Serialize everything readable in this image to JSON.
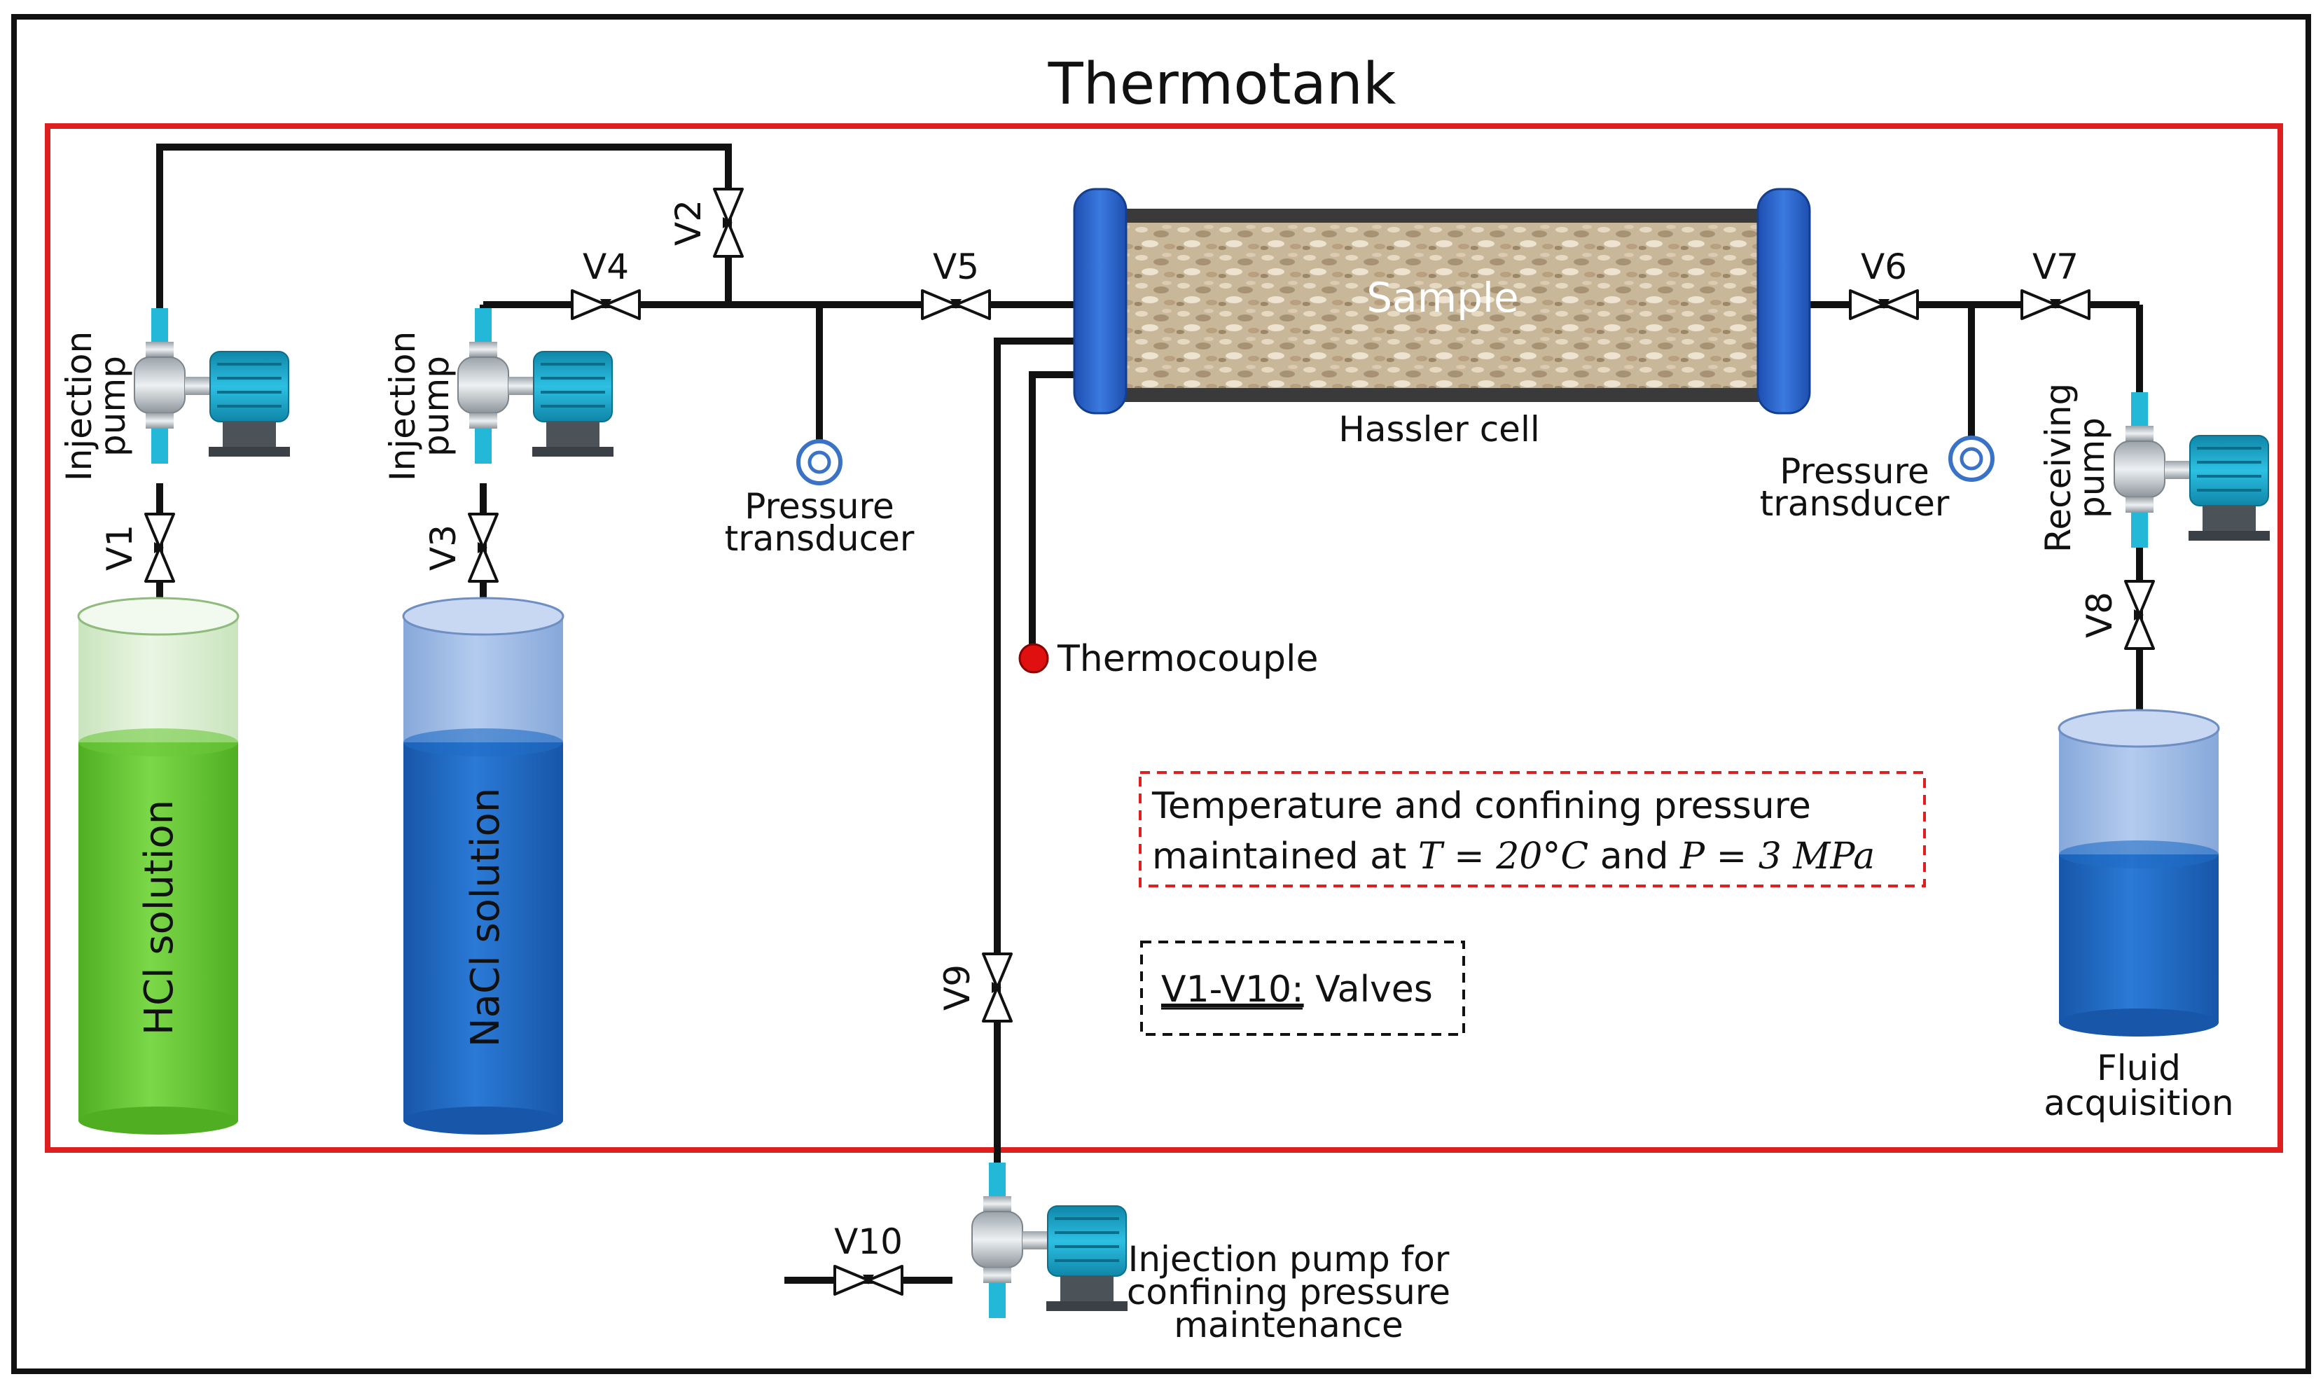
{
  "title": "Thermotank",
  "labels": {
    "sample": "Sample",
    "hassler_cell": "Hassler cell",
    "thermocouple": "Thermocouple",
    "pressure_transducer_left": [
      "Pressure",
      "transducer"
    ],
    "pressure_transducer_right": [
      "Pressure",
      "transducer"
    ],
    "injection_pump_1": [
      "Injection",
      "pump"
    ],
    "injection_pump_2": [
      "Injection",
      "pump"
    ],
    "receiving_pump": [
      "Receiving",
      "pump"
    ],
    "fluid_acquisition": [
      "Fluid",
      "acquisition"
    ],
    "confining_pump": [
      "Injection pump for",
      "confining pressure",
      "maintenance"
    ],
    "hcl_solution": "HCl solution",
    "nacl_solution": "NaCl solution"
  },
  "valves": {
    "v1": "V1",
    "v2": "V2",
    "v3": "V3",
    "v4": "V4",
    "v5": "V5",
    "v6": "V6",
    "v7": "V7",
    "v8": "V8",
    "v9": "V9",
    "v10": "V10"
  },
  "notes": {
    "conditions_line1": "Temperature and confining pressure",
    "conditions_line2_prefix": "maintained at ",
    "conditions_T": "T = 20°C",
    "conditions_and": " and ",
    "conditions_P": "P = 3 MPa",
    "valves_key": "V1-V10:",
    "valves_desc": " Valves"
  },
  "colors": {
    "tank_border": "#dd1f1f",
    "hcl_liquid": "#6cc83a",
    "hcl_headspace": "#dcefd5",
    "nacl_liquid": "#1f6cc4",
    "nacl_headspace": "#9fbce6",
    "cell_flange": "#2d63c8",
    "thermocouple": "#e01010",
    "pump_motor": "#1aa6c9",
    "pump_fitting": "#24b8d8"
  }
}
